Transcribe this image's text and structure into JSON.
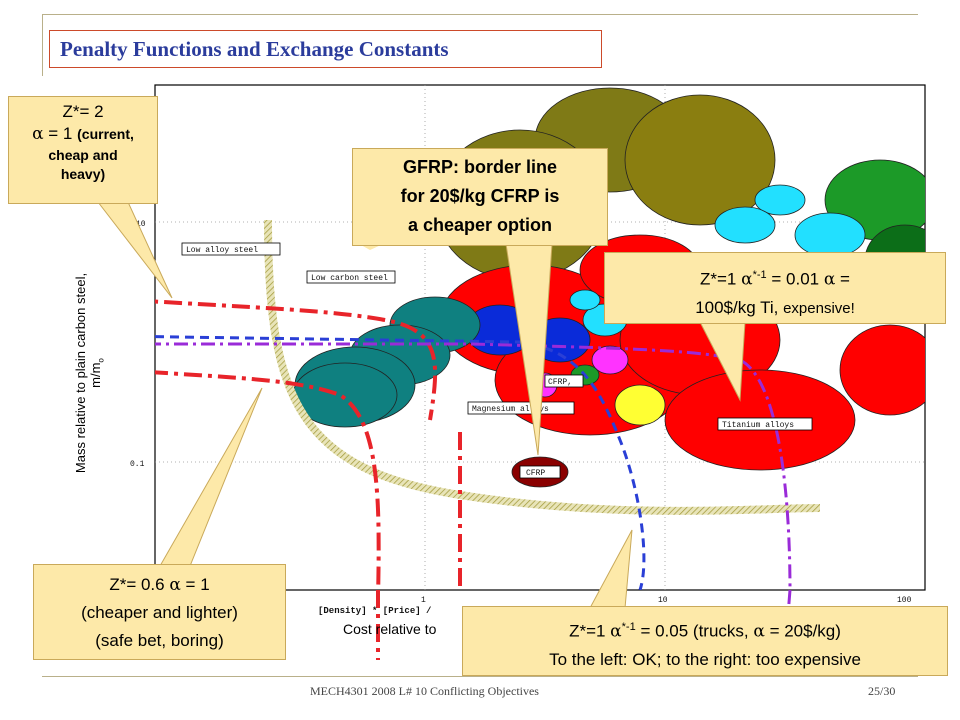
{
  "slide": {
    "title": "Penalty Functions and Exchange Constants",
    "footer_left": "MECH4301 2008 L# 10 Conflicting Objectives",
    "footer_right": "25/30"
  },
  "chart": {
    "ylabel": "Mass relative to plain carbon steel,",
    "ylabel2": "m/m",
    "ylabel2_sub": "o",
    "xlabel": "Cost relative to",
    "xlabel_partial": "[Density] * [Price] /",
    "tick_y_10": "10",
    "tick_y_01": "0.1",
    "tick_x_1": "1",
    "tick_x_10": "10",
    "tick_x_100": "100",
    "labels": {
      "low_alloy": "Low alloy steel",
      "low_carbon": "Low carbon steel",
      "magnesium": "Magnesium alloys",
      "cfrp_small": "CFRP,",
      "cfrp": "CFRP",
      "titanium": "Titanium alloys"
    }
  },
  "callouts": {
    "z2": {
      "line1": "Z*= 2",
      "alpha": "α",
      "line2_rest": " = 1 ",
      "line2_small": "(current,",
      "line3": "cheap and",
      "line4": "heavy)"
    },
    "gfrp": {
      "line1": "GFRP: border line",
      "line2": "for 20$/kg  CFRP is",
      "line3": "a cheaper option"
    },
    "ti": {
      "p1": "Z*=1   ",
      "alpha": "α",
      "sup": "*-1",
      "p2": " = 0.01     ",
      "alpha2": "α",
      "p3": " =",
      "line2a": "100$/kg  Ti, ",
      "line2b": "expensive!"
    },
    "z06": {
      "p1": "Z*= 0.6   ",
      "alpha": "α",
      "p2": " = 1",
      "line2": "(cheaper and lighter)",
      "line3": "(safe bet, boring)"
    },
    "trucks": {
      "p1": "Z*=1   ",
      "alpha": "α",
      "sup": "*-1",
      "p2": " = 0.05    (trucks, ",
      "alpha2": "α",
      "p3": " = 20$/kg)",
      "line2": "To the left: OK; to the right: too expensive"
    }
  },
  "colors": {
    "accent_title": "#2b3c9c",
    "border_title": "#cc4a2a",
    "callout_bg": "#fde9a9",
    "red_line": "#e8242a",
    "blue_line": "#2a3fd6",
    "purple_line": "#9a2bd8",
    "hatch": "#c8c27a"
  }
}
